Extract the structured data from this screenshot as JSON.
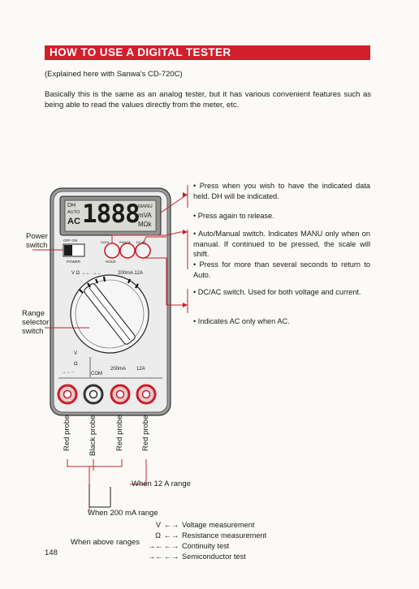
{
  "header": {
    "title": "HOW TO USE A DIGITAL TESTER"
  },
  "intro": "(Explained here with Sanwa's CD-720C)",
  "paragraph": "Basically this is the same as an analog tester, but it has various convenient features such as being able to read the values directly from the meter, etc.",
  "notes": [
    "• Press when you wish to have the indicated data held. DH will be indicated.",
    "• Press again to release.",
    "• Auto/Manual switch. Indicates MANU only when on manual. If continued to be pressed, the scale will shift.",
    "• Press for more than several seconds to return to Auto.",
    "• DC/AC switch. Used for both voltage and current.",
    "• Indicates AC only when AC."
  ],
  "labels": {
    "power_switch": "Power switch",
    "range_selector": "Range selector switch",
    "when_12a": "When 12 A range",
    "when_200ma": "When 200 mA range",
    "when_above": "When above ranges"
  },
  "probes": [
    "Red probe",
    "Black probe",
    "Red probe",
    "Red probe"
  ],
  "meter": {
    "display_dh": "DH",
    "display_auto": "AUTO",
    "display_ac": "AC",
    "display_digits": "1888",
    "display_manu": "MANU",
    "display_mva": "mVA",
    "display_mk": "MΩk",
    "off_on": "OFF  ON",
    "power": "POWER",
    "data_label": "DATA",
    "range_label": "RANGE",
    "dcac_label": "DC/AC",
    "hold_label": "HOLD",
    "dial_left": "V  Ω  →←  →←",
    "dial_right": "200mA  12A",
    "jack_v": "V",
    "jack_ohm": "Ω",
    "jack_cont": "→←···",
    "jack_com": "COM",
    "jack_200ma": "200mA",
    "jack_12a": "12A"
  },
  "measurements": [
    {
      "symbol": "V",
      "arrow": "←→",
      "text": "Voltage measurement"
    },
    {
      "symbol": "Ω",
      "arrow": "←→",
      "text": "Resistance measurement"
    },
    {
      "symbol": "→←",
      "arrow": "←→",
      "text": "Continuity test"
    },
    {
      "symbol": "→←",
      "arrow": "←→",
      "text": "Semiconductor test"
    }
  ],
  "page_number": "148",
  "colors": {
    "banner": "#d21f2c",
    "leader": "#c8202b",
    "body": "#ececec"
  }
}
